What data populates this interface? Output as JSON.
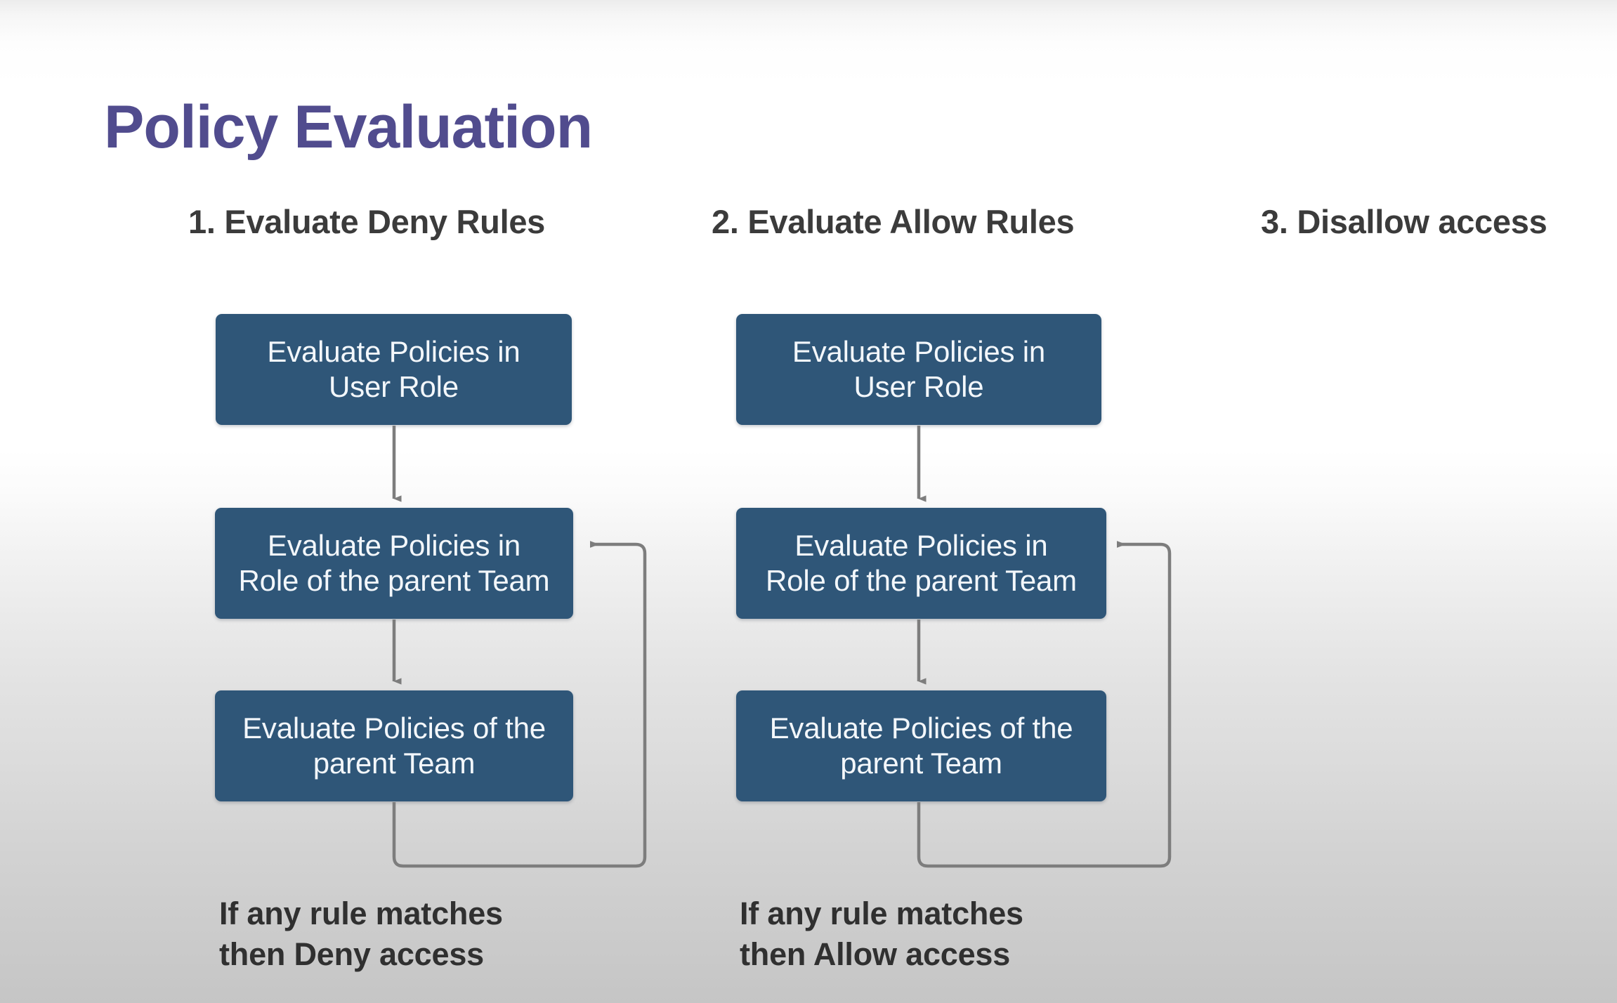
{
  "slide": {
    "title": "Policy Evaluation",
    "title_color": "#514c8e",
    "background_top_color": "#ffffff",
    "background_bottom_color": "#c5c5c5"
  },
  "theme": {
    "box_fill": "#2f5678",
    "box_text_color": "#f3f7fb",
    "connector_color": "#7d7d7d",
    "header_text_color": "#3b3b3b",
    "caption_text_color": "#303030"
  },
  "columns": [
    {
      "header": "1. Evaluate Deny Rules",
      "boxes": [
        "Evaluate Policies in\nUser Role",
        "Evaluate Policies in\nRole of the parent Team",
        "Evaluate Policies of the\nparent Team"
      ],
      "caption": "If any rule matches\nthen Deny access"
    },
    {
      "header": "2. Evaluate Allow Rules",
      "boxes": [
        "Evaluate Policies in\nUser Role",
        "Evaluate Policies in\nRole of the parent Team",
        "Evaluate Policies of the\nparent Team"
      ],
      "caption": "If any rule matches\nthen Allow access"
    },
    {
      "header": "3. Disallow access",
      "boxes": [],
      "caption": ""
    }
  ]
}
